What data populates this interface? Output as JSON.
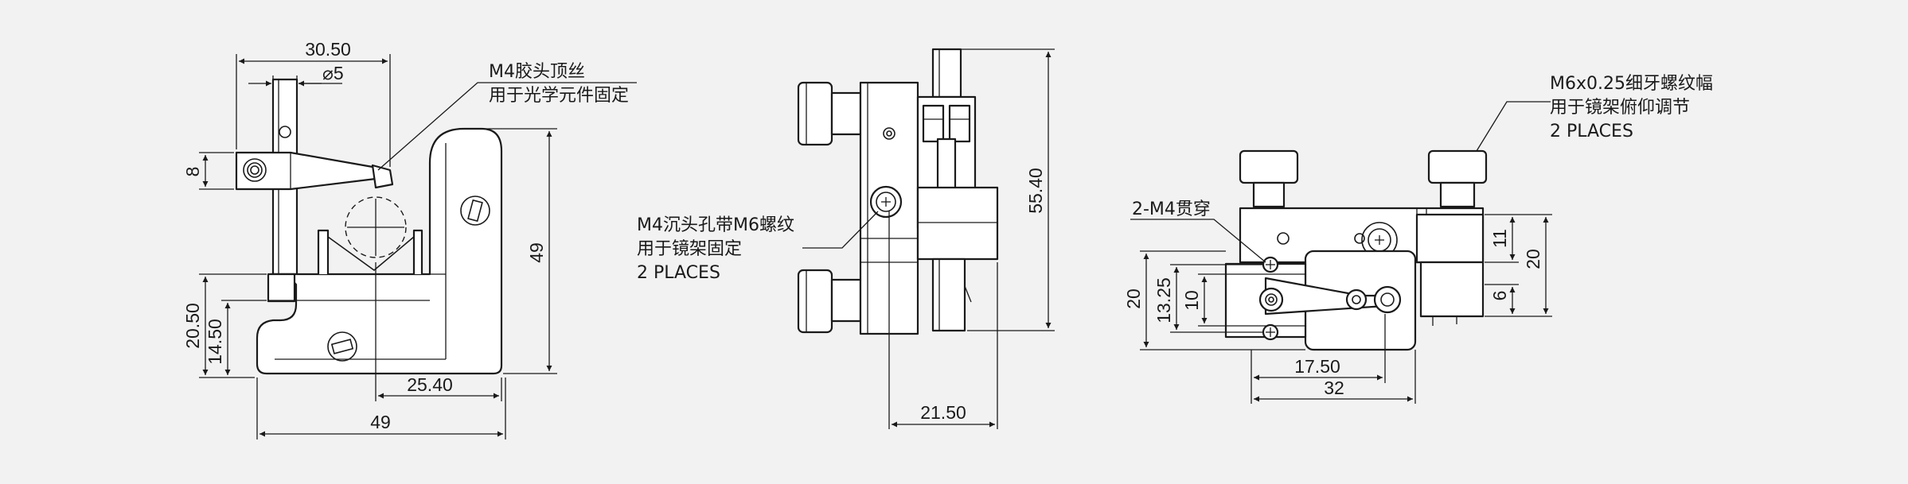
{
  "view_left": {
    "dimensions": {
      "width_top": "30.50",
      "diameter": "⌀5",
      "height_8": "8",
      "height_20_50": "20.50",
      "height_14_50": "14.50",
      "height_49": "49",
      "width_25_40": "25.40",
      "width_49": "49"
    },
    "note_lines": [
      "M4胶头顶丝",
      "用于光学元件固定"
    ]
  },
  "view_middle": {
    "dimensions": {
      "height_55_40": "55.40",
      "width_21_50": "21.50"
    },
    "note_lines": [
      "M4沉头孔带M6螺纹",
      "用于镜架固定",
      "2 PLACES"
    ]
  },
  "view_right": {
    "dimensions": {
      "height_11": "11",
      "height_20_right": "20",
      "height_6": "6",
      "height_20_left": "20",
      "height_13_25": "13.25",
      "height_10": "10",
      "width_17_50": "17.50",
      "width_32": "32"
    },
    "note_thread_lines": [
      "M6x0.25细牙螺纹幅",
      "用于镜架俯仰调节",
      "2 PLACES"
    ],
    "note_hole": "2-M4贯穿"
  }
}
